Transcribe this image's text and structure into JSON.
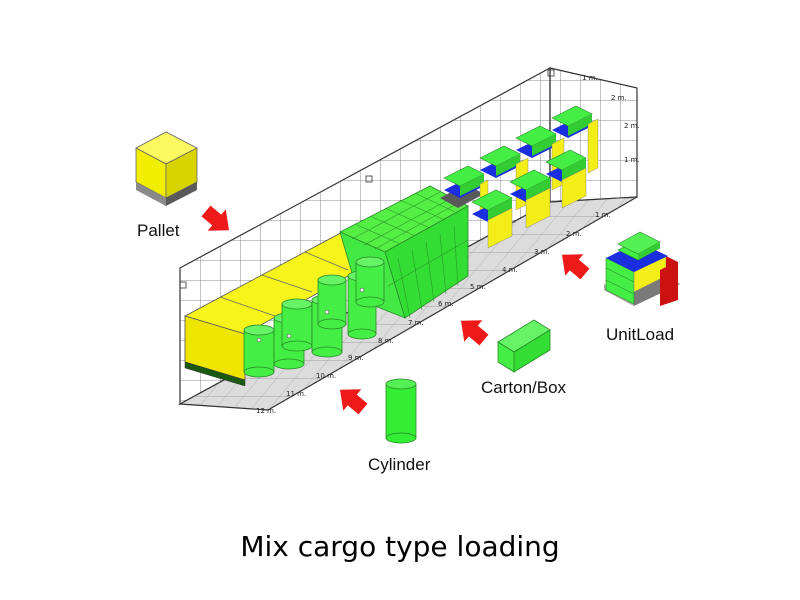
{
  "labels": {
    "pallet": "Pallet",
    "unitload": "UnitLoad",
    "carton": "Carton/Box",
    "cylinder": "Cylinder"
  },
  "caption": "Mix cargo type loading",
  "meters_floor": [
    "1 m.",
    "2 m.",
    "3 m.",
    "4 m.",
    "5 m.",
    "6 m.",
    "7 m.",
    "8 m.",
    "9 m.",
    "10 m.",
    "11 m.",
    "12 m."
  ],
  "meters_height": [
    "1 m.",
    "2 m.",
    "2 m.",
    "1 m."
  ],
  "colors": {
    "pallet": "#f5f000",
    "cargo_green": "#33ee33",
    "unitload_blue": "#1a2ee0",
    "unitload_red": "#cc1111",
    "arrow": "#ee1a1a",
    "container_grid": "#666666"
  }
}
